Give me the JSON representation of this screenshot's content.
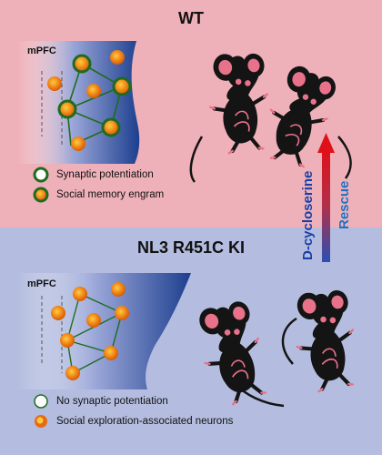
{
  "panels": {
    "wt": {
      "title": "WT",
      "region_label": "mPFC",
      "legend": [
        {
          "label": "Synaptic potentiation"
        },
        {
          "label": "Social memory engram"
        }
      ]
    },
    "ki": {
      "title": "NL3 R451C KI",
      "region_label": "mPFC",
      "legend": [
        {
          "label": "No synaptic potentiation"
        },
        {
          "label": "Social exploration-associated neurons"
        }
      ]
    }
  },
  "treatment": {
    "drug_label": "D-cycloserine",
    "effect_label": "Rescue"
  },
  "colors": {
    "wt_background": "#efb1b9",
    "ki_background": "#b4bddf",
    "brain_gradient_dark": "#1d3f8f",
    "neuron_core": "#e86a10",
    "neuron_highlight": "#ffcc40",
    "engram_ring": "#1f6b1f",
    "connection_line": "#1f6b1f",
    "drug_label": "#1a3fa8",
    "rescue_label": "#1e73c8",
    "arrow_red": "#d8101a",
    "arrow_blue": "#2b4fb3",
    "mouse_body": "#141414",
    "mouse_pink": "#e8728a"
  },
  "icons": {
    "mouse": "mouse-icon",
    "neuron": "neuron-icon",
    "arrow": "arrow-up-icon"
  }
}
